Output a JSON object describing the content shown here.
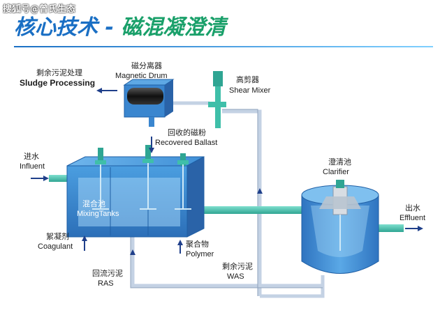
{
  "watermark": "搜狐号@曾氏生态",
  "title": {
    "main": "核心技术",
    "dash": " - ",
    "sub": "磁混凝澄清"
  },
  "labels": {
    "sludge_cn": "剩余污泥处理",
    "sludge_en": "Sludge Processing",
    "drum_cn": "磁分离器",
    "drum_en": "Magnetic Drum",
    "shear_cn": "高剪器",
    "shear_en": "Shear Mixer",
    "ballast_cn": "回收的磁粉",
    "ballast_en": "Recovered Ballast",
    "influent_cn": "进水",
    "influent_en": "Influent",
    "mixing_cn": "混合池",
    "mixing_en": "MixingTanks",
    "clarifier_cn": "澄清池",
    "clarifier_en": "Clarifier",
    "effluent_cn": "出水",
    "effluent_en": "Effluent",
    "coagulant_cn": "絮凝剂",
    "coagulant_en": "Coagulant",
    "polymer_cn": "聚合物",
    "polymer_en": "Polymer",
    "ras_cn": "回流污泥",
    "ras_en": "RAS",
    "was_cn": "剩余污泥",
    "was_en": "WAS"
  },
  "colors": {
    "tank": "#3a86cf",
    "tank_dark": "#1f5fa5",
    "pipe_green": "#4fc3b0",
    "pipe_grey": "#c9d6e6",
    "arrow": "#1f3f8a",
    "title_blue": "#1a6fc4",
    "title_green": "#1aa06a"
  }
}
